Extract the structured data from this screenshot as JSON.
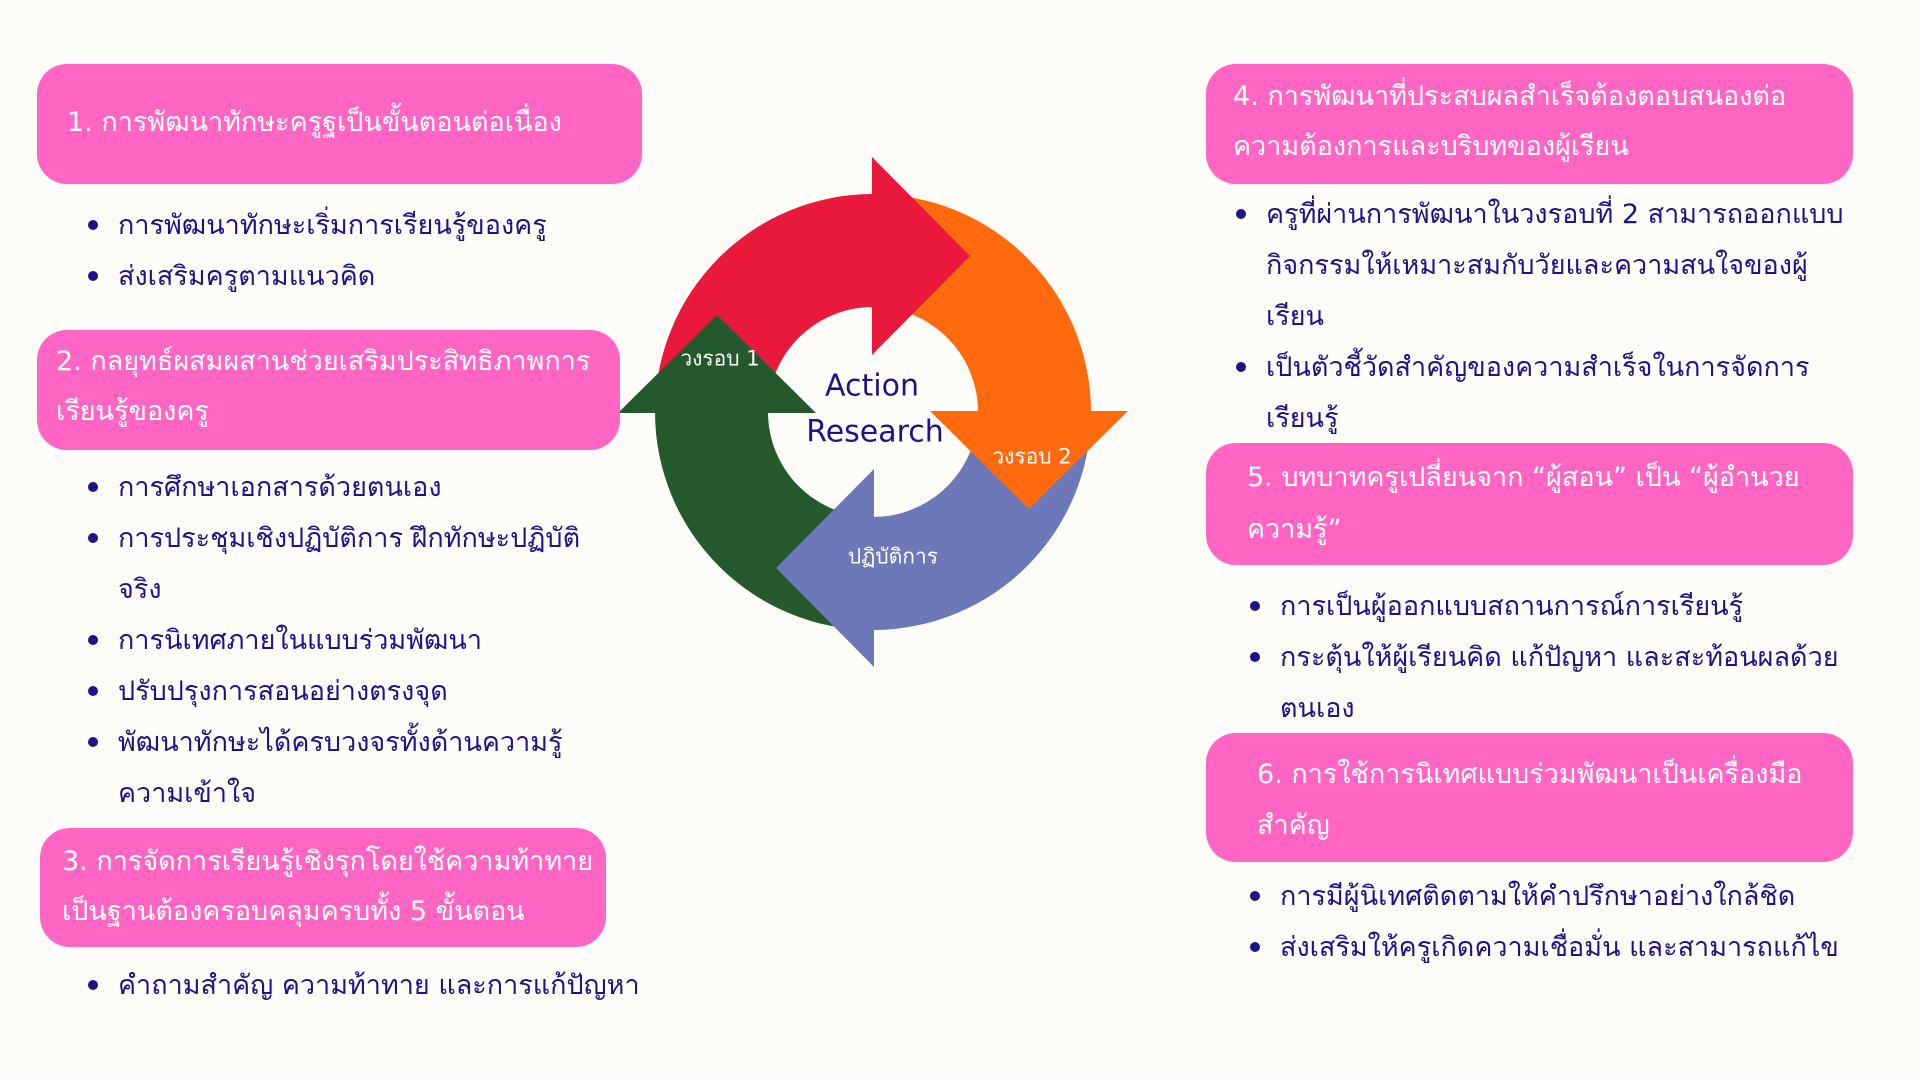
{
  "colors": {
    "box": "#FF66C4",
    "text": "#1E1488",
    "red": "#E8193B",
    "orange": "#FF6A0F",
    "blue": "#6C78B8",
    "green": "#245A2B"
  },
  "center": {
    "line1": "Action",
    "line2": "Research"
  },
  "cycle_labels": {
    "round1": "วงรอบ 1",
    "round2": "วงรอบ 2",
    "practice": "ปฏิบัติการ"
  },
  "sections": [
    {
      "title": [
        "1. การพัฒนาทักษะครูฐเป็นขั้นตอนต่อเนื่อง"
      ],
      "bullets": [
        [
          "การพัฒนาทักษะเริ่มการเรียนรู้ของครู"
        ],
        [
          "ส่งเสริมครูตามแนวคิด"
        ]
      ]
    },
    {
      "title": [
        "2. กลยุทธ์ผสมผสานช่วยเสริมประสิทธิภาพการ",
        "เรียนรู้ของครู"
      ],
      "bullets": [
        [
          "การศึกษาเอกสารด้วยตนเอง"
        ],
        [
          "การประชุมเชิงปฏิบัติการ ฝึกทักษะปฏิบัติ",
          "จริง"
        ],
        [
          "การนิเทศภายในแบบร่วมพัฒนา"
        ],
        [
          "ปรับปรุงการสอนอย่างตรงจุด"
        ],
        [
          "พัฒนาทักษะได้ครบวงจรทั้งด้านความรู้",
          "ความเข้าใจ"
        ]
      ]
    },
    {
      "title": [
        "3. การจัดการเรียนรู้เชิงรุกโดยใช้ความท้าทาย",
        "เป็นฐานต้องครอบคลุมครบทั้ง 5 ขั้นตอน"
      ],
      "bullets": [
        [
          "คำถามสำคัญ ความท้าทาย และการแก้ปัญหา"
        ]
      ]
    },
    {
      "title": [
        "4. การพัฒนาที่ประสบผลสำเร็จต้องตอบสนองต่อ",
        "ความต้องการและบริบทของผู้เรียน"
      ],
      "bullets": [
        [
          "ครูที่ผ่านการพัฒนาในวงรอบที่ 2 สามารถออกแบบ",
          "กิจกรรมให้เหมาะสมกับวัยและความสนใจของผู้",
          "เรียน"
        ],
        [
          "เป็นตัวชี้วัดสำคัญของความสำเร็จในการจัดการ",
          "เรียนรู้"
        ]
      ]
    },
    {
      "title": [
        "5. บทบาทครูเปลี่ยนจาก “ผู้สอน” เป็น “ผู้อำนวย",
        "ความรู้”"
      ],
      "bullets": [
        [
          "การเป็นผู้ออกแบบสถานการณ์การเรียนรู้"
        ],
        [
          "กระตุ้นให้ผู้เรียนคิด แก้ปัญหา และสะท้อนผลด้วย",
          "ตนเอง"
        ]
      ]
    },
    {
      "title": [
        "6. การใช้การนิเทศแบบร่วมพัฒนาเป็นเครื่องมือ",
        "สำคัญ"
      ],
      "bullets": [
        [
          "การมีผู้นิเทศติดตามให้คำปรึกษาอย่างใกล้ชิด"
        ],
        [
          "ส่งเสริมให้ครูเกิดความเชื่อมั่น และสามารถแก้ไข"
        ]
      ]
    }
  ]
}
